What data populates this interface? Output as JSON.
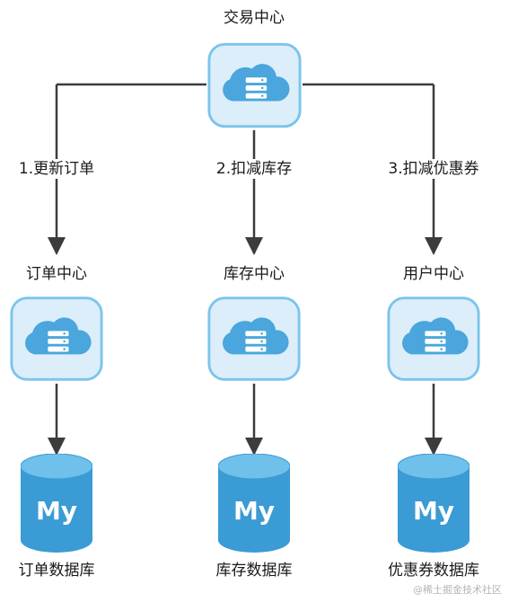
{
  "colors": {
    "node_fill": "#dceefa",
    "node_border": "#7cc4ec",
    "cloud": "#4aa6dc",
    "server": "#ffffff",
    "db_body": "#3a9bd5",
    "db_top": "#6fc0ea",
    "db_text": "#ffffff",
    "edge": "#3c3c3c"
  },
  "nodes": {
    "trade_center": {
      "label": "交易中心",
      "icon": "cloud-server-icon"
    },
    "order_center": {
      "label": "订单中心",
      "icon": "cloud-server-icon"
    },
    "stock_center": {
      "label": "库存中心",
      "icon": "cloud-server-icon"
    },
    "user_center": {
      "label": "用户中心",
      "icon": "cloud-server-icon"
    }
  },
  "databases": {
    "order_db": {
      "label": "订单数据库",
      "mark": "My",
      "icon": "mysql-database-icon"
    },
    "stock_db": {
      "label": "库存数据库",
      "mark": "My",
      "icon": "mysql-database-icon"
    },
    "coupon_db": {
      "label": "优惠券数据库",
      "mark": "My",
      "icon": "mysql-database-icon"
    }
  },
  "edges": {
    "update_order": "1.更新订单",
    "deduct_stock": "2.扣减库存",
    "deduct_coupon": "3.扣减优惠券"
  },
  "watermark": "@稀土掘金技术社区"
}
